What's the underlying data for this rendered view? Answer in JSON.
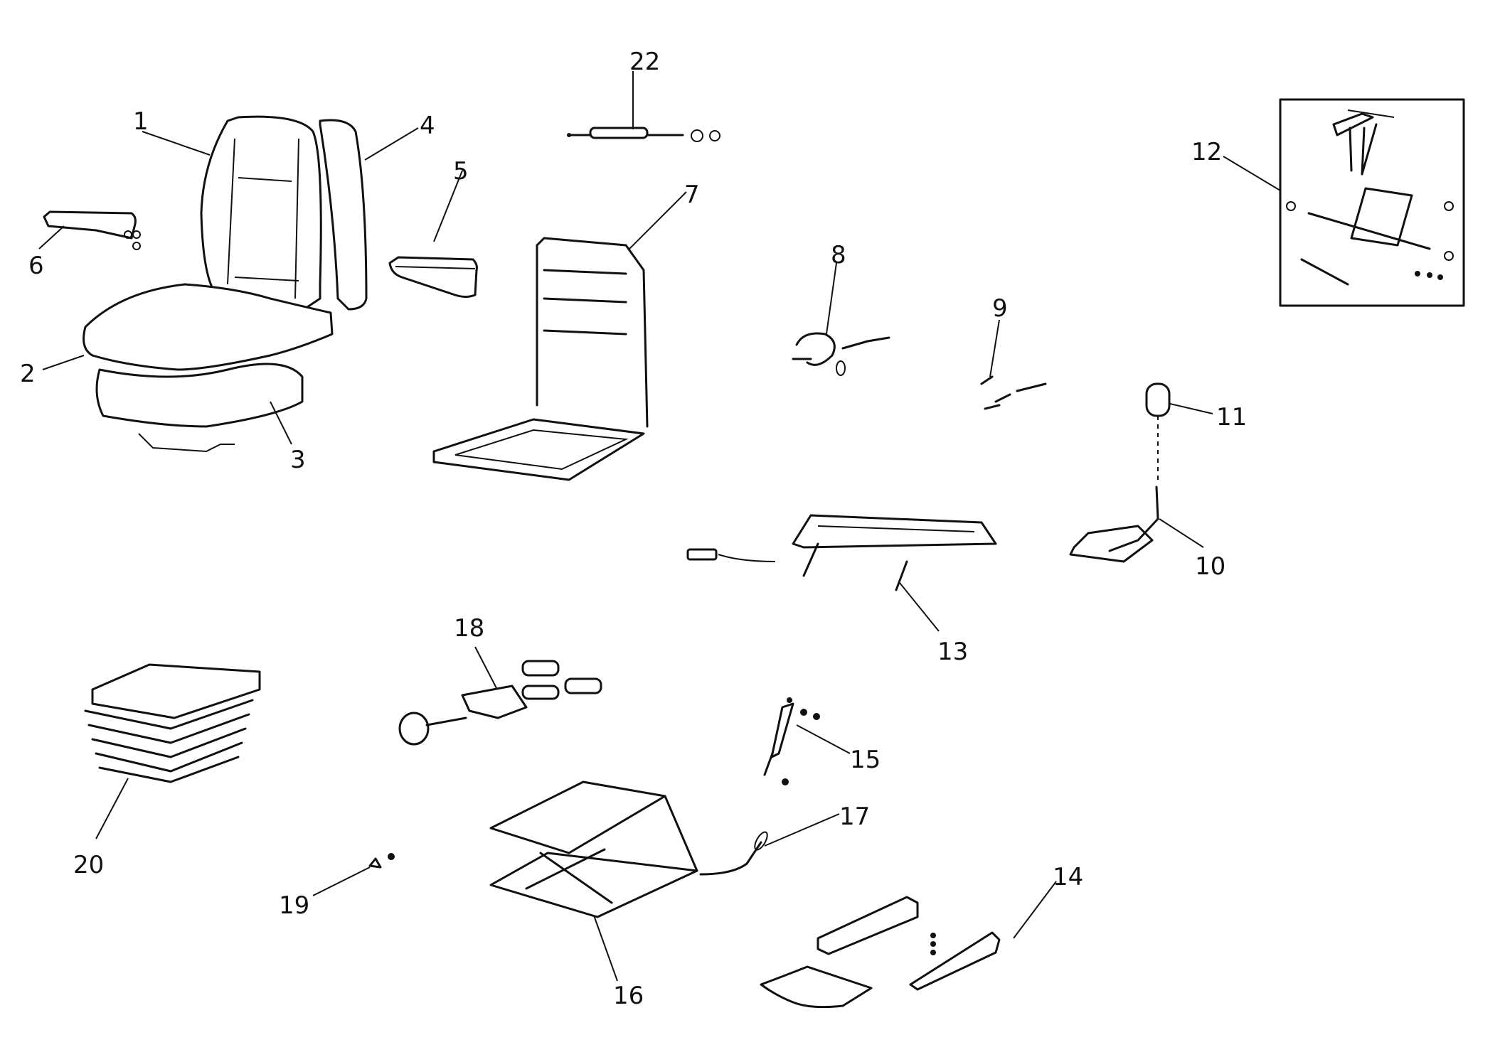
{
  "diagram": {
    "type": "exploded-parts-view",
    "subject": "seat assembly",
    "callouts": [
      {
        "id": "1",
        "label": "1",
        "part": "backrest cushion"
      },
      {
        "id": "2",
        "label": "2",
        "part": "seat cushion"
      },
      {
        "id": "3",
        "label": "3",
        "part": "seat cushion base"
      },
      {
        "id": "4",
        "label": "4",
        "part": "backrest cover"
      },
      {
        "id": "5",
        "label": "5",
        "part": "right armrest"
      },
      {
        "id": "6",
        "label": "6",
        "part": "left armrest"
      },
      {
        "id": "7",
        "label": "7",
        "part": "seat frame"
      },
      {
        "id": "8",
        "label": "8",
        "part": "cable"
      },
      {
        "id": "9",
        "label": "9",
        "part": "springs"
      },
      {
        "id": "10",
        "label": "10",
        "part": "lever bracket"
      },
      {
        "id": "11",
        "label": "11",
        "part": "lever knob"
      },
      {
        "id": "12",
        "label": "12",
        "part": "inset assembly"
      },
      {
        "id": "13",
        "label": "13",
        "part": "recliner mechanism"
      },
      {
        "id": "14",
        "label": "14",
        "part": "slide rails"
      },
      {
        "id": "15",
        "label": "15",
        "part": "shock absorber"
      },
      {
        "id": "16",
        "label": "16",
        "part": "scissor suspension"
      },
      {
        "id": "17",
        "label": "17",
        "part": "release cable"
      },
      {
        "id": "18",
        "label": "18",
        "part": "spring adjuster"
      },
      {
        "id": "19",
        "label": "19",
        "part": "clip"
      },
      {
        "id": "20",
        "label": "20",
        "part": "bellows cover"
      },
      {
        "id": "22",
        "label": "22",
        "part": "pin"
      }
    ]
  }
}
